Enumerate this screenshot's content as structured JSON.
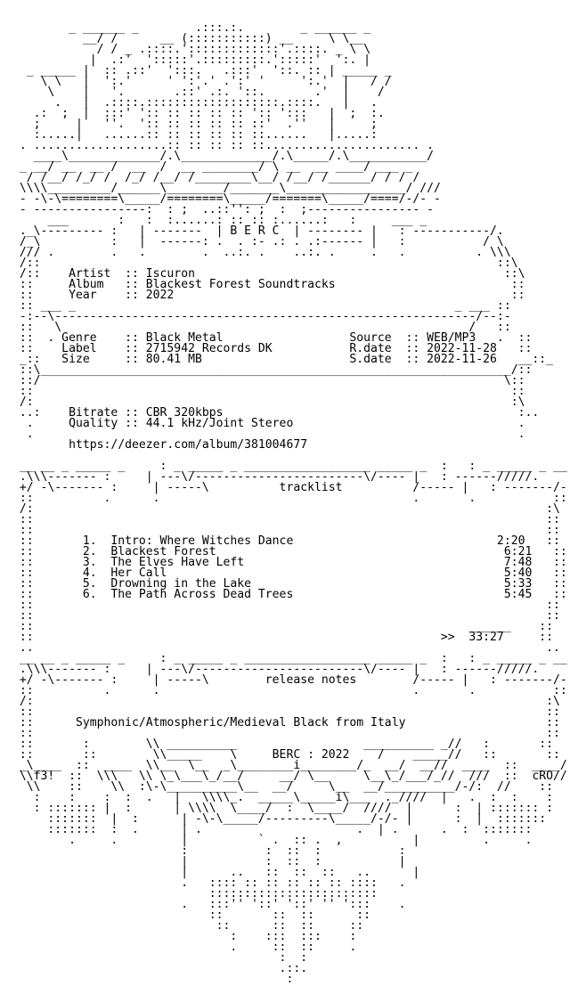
{
  "nfo": {
    "lines": [
      "        _ ______ _        .:::.:.        _ ______ _",
      "          __/ /      __ (:::::::::::) __     \\ \\__",
      "            / / _ .::::.':::::::::::::'.::::. _ \\ \\",
      "           |  .:'  ':::::'.:::::::::.':::::'  ':. |",
      "  _ _____ |  :: .::'  ':::.   .:::'  '::. :: | _____ _",
      "    \\ \\   |  ':.'     ' ':'.' .':' '     ':.'  |   / /",
      "     \\    |   '.       .::' .:. '::.       .'  |    /",
      "      .   |  .::::.:::::::::::::::::::.::::.   |   .",
      "   .:  ;  |  :::' ':: :: :: :: :: ':: ':::   |  ;  :.",
      "   ;     |   ''.  ':: :: :: :: :: ::'  .''   |     ;",
      "   :.....|   ......:: :: :: :: :: ::......   |.....:",
      " . ...................:: :: :: :: ::...................... .",
      "   ____\\_____________/.\\_____________/.\\_____/.\\___________/",
      " _ __/ __  __ /  __  /  __ ________/ \\ __  __ ____/ ___ _",
      "  / /__/ /_/ /  /_/ /__/ /________\\__/ /__/ /______/ / / /",
      " \\\\\\\\_________/______\\________/_______\\_________________/ ///",
      " - -\\-\\========\\_____/========\\_____/=======\\_____/====/-/- -",
      " - ----------------:  : ;  ..::'': ;  :  ;---------------- -",
      "     ___       :   :  :......: :: :: :......:   :     ___ _",
      " ._\\--------- :   | -------  | B E R C  | -------- |   : -----------/.",
      " /_\\          :   |  ------: .  . :- .: . .:------ |   :           / \\",
      " /// .        .   .        .  ..:. .    ..:. .     .   .          . \\\\\\",
      " /::                                                                 ::\\",
      " /::    Artist  :: Iscuron                                            ::\\",
      " ::     Album   :: Blackest Forest Soundtracks                         ::",
      " ::     Year    :: 2022                                                ::",
      " :: ___ _                                                      _ ___ ::",
      " -:--\\------------------------------------------------------------/--:-",
      " ::   \\                                                          /   ::",
      " ::  . Genre    :: Black Metal                  Source  :: WEB/MP3   .  ::",
      " ::    Label    :: 2715942 Records DK           R.date  :: 2022-11-28   ::",
      " _::   Size     :: 80.41 MB                     S.date  :: 2022-11-26   __::_",
      " ::\\___________________________________________________________________/::",
      " ::/                                                                  \\::",
      " ::                                                                    ::",
      " /:                                                                    :\\",
      " ..:    Bitrate :: CBR 320kbps                                          :..",
      "  .     Quality :: 44.1 kHz/Joint Stereo                                .",
      "  .                                                                     .",
      "        https://deezer.com/album/381004677",
      "",
      " __ __ _ _____ _     : _ _____ _ __________________ _____ _  :   : _ _____ _ __",
      " .\\\\\\------- :     | ---\\/------------------------\\/---- |   : ------/////.",
      " +/ -\\------- :     | -----\\          tracklist          /----- |   : -------/- \\+",
      " ::          .      .                                    .       .           ::",
      " /:                                                                         :\\",
      " ::                                                                         ::",
      " ::                                                                         ::",
      " ::       1.  Intro: Where Witches Dance                             2:20   ::",
      " ::       2.  Blackest Forest                                         6:21   ::",
      " ::       3.  The Elves Have Left                                     7:48   ::",
      " ::       4.  Her Call                                                5:40   ::",
      " ::       5.  Drowning in the Lake                                    5:33   ::",
      " ::       6.  The Path Across Dead Trees                              5:45   ::",
      " ::                                                                         ::",
      " ::                                                                         ::",
      " ::                                                              ______    ::",
      " ::                                                          >>  33:27     ::",
      " ..                                                                         ..",
      " __ __ _ _____ _     : _ _____ _ __________________ _____ _  :   : _ _____ _ __",
      " .\\\\\\------- :     | ---\\/------------------------\\/---- |   : ------/////.",
      " +/ -\\------- :     | -----\\        release notes        /----- |   : -------/- \\+",
      " ::          .      .                                    .       .           ::",
      " /:                                                                         :\\",
      " ::                                                                         ::",
      " ::      Symphonic/Atmospheric/Medieval Black from Italy                    ::",
      " ::                                                                         ::",
      " ::       :        \\\\ __________                  __________ _//   :       ::",
      " ::       ::        \\\\_____    \\     BERC : 2022    /    _____//   ::       ::",
      " _\\____  ::  ____  \\\\__  \\__  _\\________i________/_  __/  __//  ____  ::  ____/",
      " \\\\f3!  ::  \\\\\\   \\\\ \\_\\___\\_/__/     __/ \\__     \\__\\_/___/_//  ///  ::  cRO//",
      "  \\\\    ::    \\\\  :\\-\\__________\\__  __/     \\__  __/__________/-/:  //    ::   //",
      "   :    :    :  :  .   |   \\\\\\\\_.  _____\\_____i\\___  ._////  |   .  :  :    :",
      "   : ::::::: |  :      | \\\\\\\\  \\____/  :  \\____/  ////  |      :  | ::::::: :",
      "     :::::::  |  :      | -\\-\\_____/---------\\_____/-/- |      :  |  :::::::",
      "     :::::::  :  .      | .                      .  | .      .  :  :::::::",
      "        .     .         |          ` .  :: .  ,          |         .     .",
      "                        :           :  ::  :           :",
      "                        |           :  ::  :           |",
      "                        |      ..   ::  ::  ::   ..      |",
      "                        .   :::: :: :: :: :: :: ::::   .",
      "                            ::::::::::::::::::::::::",
      "                        .   :::'' '::' '::' '' ':::    .",
      "                            ::       ::  ::      ::",
      "                             ::      ::  ::     ::",
      "                               :    :::  :::    :",
      "                               .     ::  ::     .",
      "                                      :  :",
      "                                      .::.",
      "                                       :"
    ]
  }
}
